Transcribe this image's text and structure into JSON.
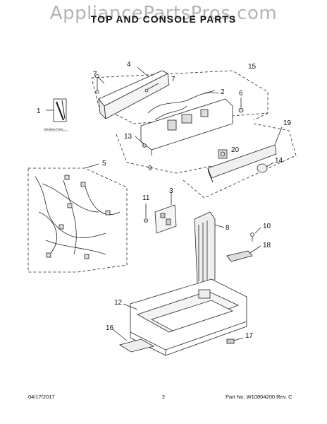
{
  "watermark": "AppliancePartsPros.com",
  "title": "TOP AND CONSOLE PARTS",
  "literature_label": "Literature Parts",
  "callouts": {
    "c1": "1",
    "c2": "2",
    "c3": "3",
    "c4": "4",
    "c5": "5",
    "c6": "6",
    "c7a": "7",
    "c7b": "7",
    "c8": "8",
    "c9": "9",
    "c10": "10",
    "c11": "11",
    "c12": "12",
    "c13": "13",
    "c14": "14",
    "c15": "15",
    "c16": "16",
    "c17": "17",
    "c18": "18",
    "c19": "19",
    "c20": "20"
  },
  "footer": {
    "date": "04/17/2017",
    "page": "2",
    "part_no": "Part No.  W10804200  Rev.  C"
  }
}
